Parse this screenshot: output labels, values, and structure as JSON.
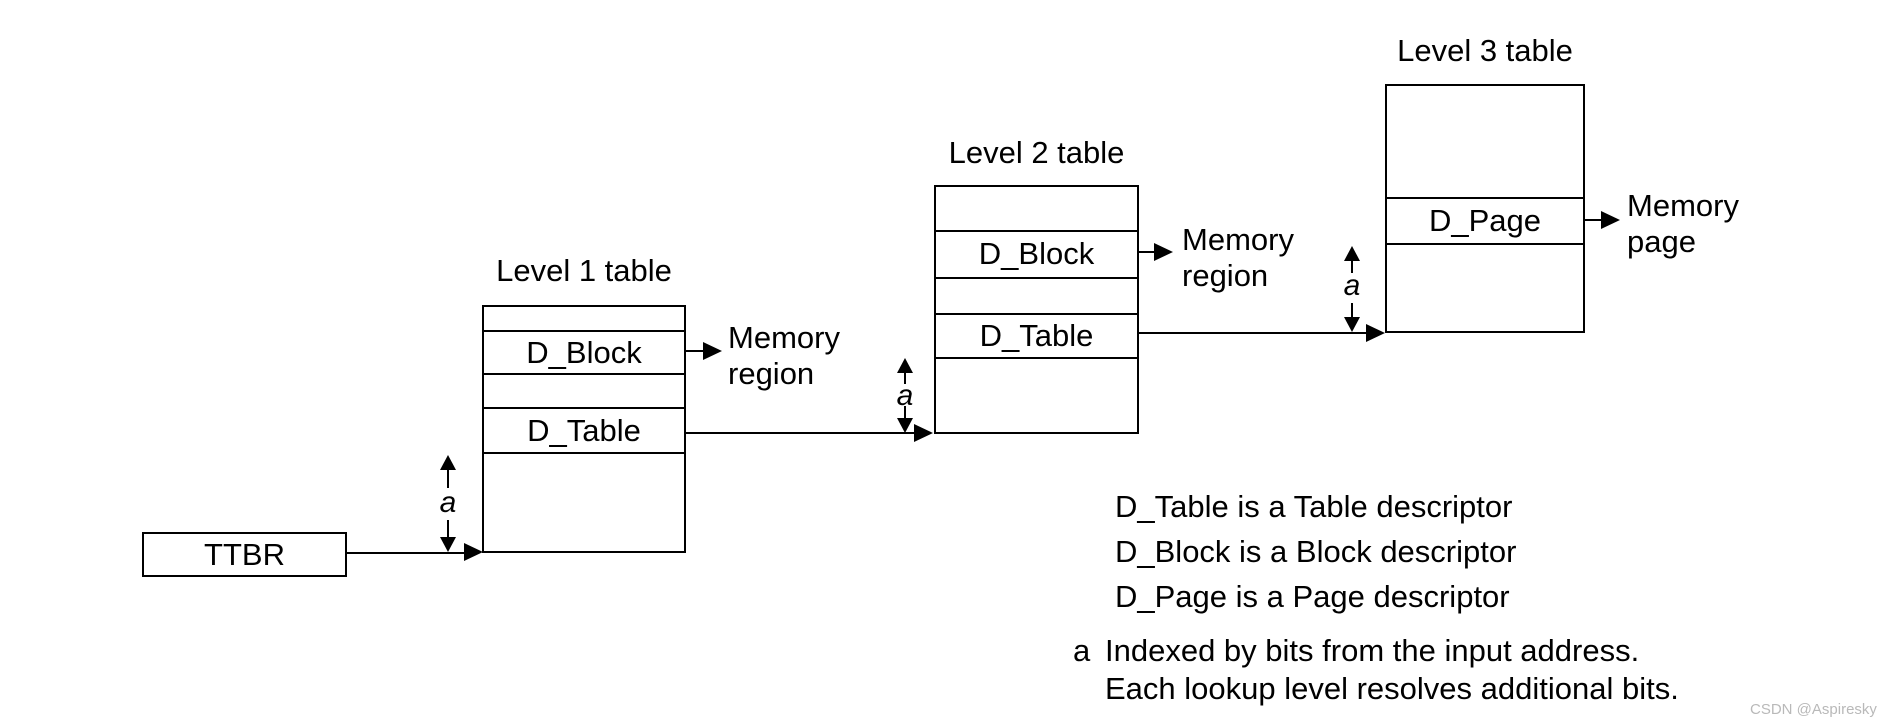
{
  "diagram": {
    "ttbr_label": "TTBR",
    "index_label": "a",
    "tables": [
      {
        "title": "Level 1 table",
        "block_label": "D_Block",
        "table_label": "D_Table"
      },
      {
        "title": "Level 2 table",
        "block_label": "D_Block",
        "table_label": "D_Table"
      },
      {
        "title": "Level 3 table",
        "page_label": "D_Page"
      }
    ],
    "outputs": {
      "l1": {
        "line1": "Memory",
        "line2": "region"
      },
      "l2": {
        "line1": "Memory",
        "line2": "region"
      },
      "l3": {
        "line1": "Memory",
        "line2": "page"
      }
    },
    "legend": [
      "D_Table is a Table descriptor",
      "D_Block is a Block descriptor",
      "D_Page is a Page descriptor"
    ],
    "footnote": {
      "marker": "a",
      "line1": "Indexed by bits from the input address.",
      "line2": "Each lookup level resolves additional bits."
    },
    "watermark": "CSDN @Aspiresky",
    "colors": {
      "line": "#000000",
      "text": "#000000",
      "watermark": "#b9b9b9"
    }
  }
}
